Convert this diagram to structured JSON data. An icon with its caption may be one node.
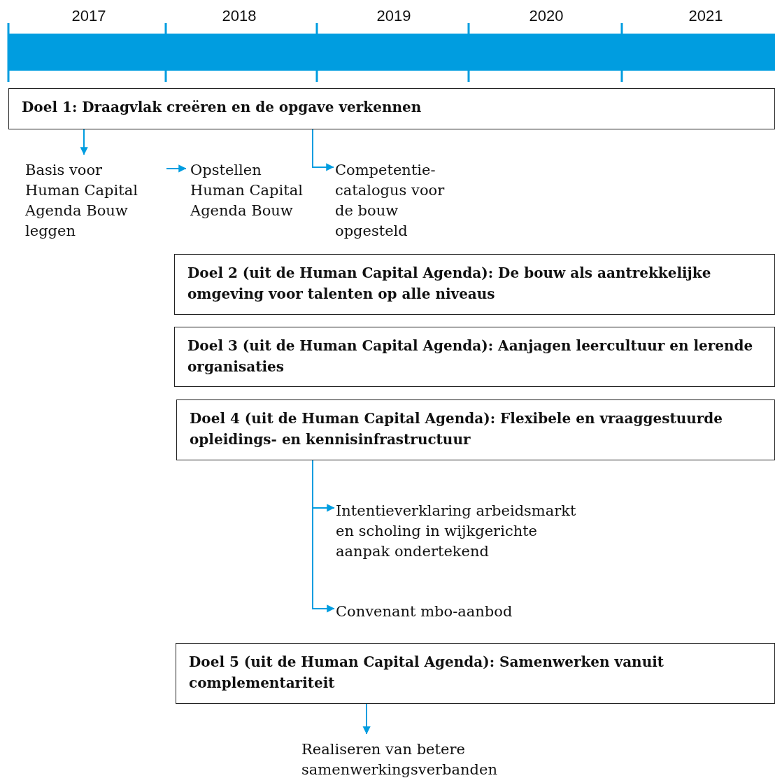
{
  "diagram": {
    "nodes": [
      {
        "text": [
          "Doel 1: Draagvlak creëren en de opgave verkennen"
        ]
      },
      {
        "text": [
          "Basis voor Human Capital Agenda Bouw leggen"
        ]
      },
      {
        "text": [
          "Opstellen Human Capital Agenda Bouw"
        ]
      },
      {
        "text": [
          "Competentie-catalogus voor de bouw opgesteld"
        ]
      },
      {
        "text": [
          "Doel 2 (uit de Human Capital Agenda): De bouw als aantrekkelijke omgeving voor talenten op alle niveaus"
        ]
      },
      {
        "text": [
          "Doel 3 (uit de Human Capital Agenda): Aanjagen leercultuur en lerende organisaties"
        ]
      },
      {
        "text": [
          "Doel 4 (uit de Human Capital Agenda): Flexibele en vraaggestuurde opleidings- en kennisinfrastructuur"
        ]
      },
      {
        "text": [
          "Intentieverklaring arbeidsmarkt en scholing in wijkgerichte aanpak ondertekend"
        ]
      },
      {
        "text": [
          "Convenant mbo-aanbod"
        ]
      },
      {
        "text": [
          "Doel 5 (uit de Human Capital Agenda): Samenwerken vanuit complementariteit"
        ]
      },
      {
        "text": [
          "Realiseren van betere samenwerkingsverbanden"
        ]
      }
    ],
    "edges": [
      {
        "from": 0,
        "to": 1,
        "arrow": "to"
      },
      {
        "from": null,
        "to": 2,
        "arrow": "to"
      },
      {
        "from": 0,
        "to": 3,
        "arrow": "to"
      },
      {
        "from": 6,
        "to": 7,
        "arrow": "to"
      },
      {
        "from": 6,
        "to": 8,
        "arrow": "to"
      },
      {
        "from": 9,
        "to": 10,
        "arrow": "to"
      }
    ],
    "labels": [
      "2017",
      "2018",
      "2019",
      "2020",
      "2021"
    ]
  }
}
